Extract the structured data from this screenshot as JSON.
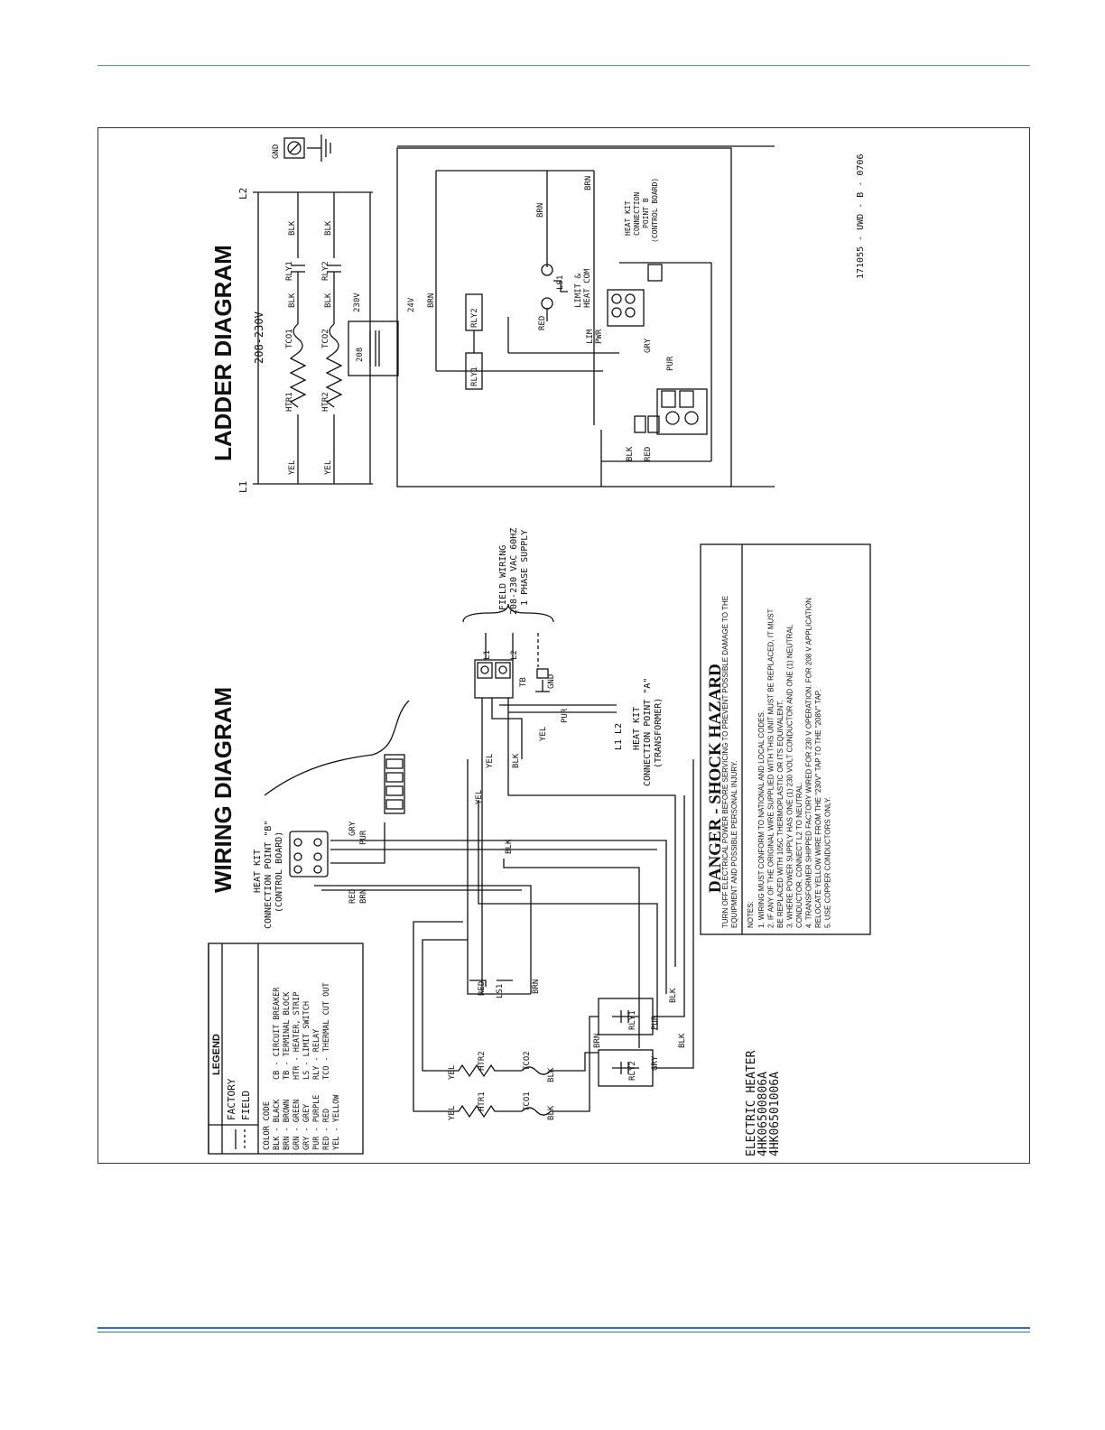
{
  "ladder": {
    "title": "LADDER DIAGRAM",
    "l1": "L1",
    "l2": "L2",
    "voltage": "208-230V",
    "gnd": "GND",
    "yel": "YEL",
    "blk": "BLK",
    "htr1": "HTR1",
    "htr2": "HTR2",
    "tco1": "TCO1",
    "tco2": "TCO2",
    "rly1": "RLY1",
    "rly2": "RLY2",
    "tap208": "208",
    "tap230": "230V",
    "v24": "24V",
    "brn": "BRN",
    "red": "RED",
    "gry": "GRY",
    "pur": "PUR",
    "ls1": "LS1",
    "limit_com": [
      "LIMIT &",
      "HEAT COM"
    ],
    "lim_pwr": [
      "LIM",
      "PWR"
    ],
    "heat_kit": [
      "HEAT KIT",
      "CONNECTION",
      "POINT B",
      "(CONTROL BOARD)"
    ],
    "drawing_no": "171055 - UWD - B - 0706"
  },
  "wiring": {
    "title": "WIRING DIAGRAM",
    "conn_b": [
      "HEAT KIT",
      "CONNECTION POINT \"B\"",
      "(CONTROL BOARD)"
    ],
    "field": [
      "FIELD WIRING",
      "208-230 VAC 60HZ",
      "1 PHASE SUPPLY"
    ],
    "conn_a": [
      "HEAT KIT",
      "CONNECTION POINT \"A\"",
      "(TRANSFORMER)"
    ],
    "l1": "L1",
    "l2": "L2",
    "tb": "TB",
    "gnd": "GND",
    "l1l2": "L1 L2",
    "yel": "YEL",
    "blk": "BLK",
    "red": "RED",
    "brn": "BRN",
    "gry": "GRY",
    "pur": "PUR",
    "ls1": "LS1",
    "rly1": "RLY1",
    "rly2": "RLY2",
    "htr1": "HTR1",
    "htr2": "HTR2",
    "tco1": "TCO1",
    "tco2": "TCO2"
  },
  "legend": {
    "title": "LEGEND",
    "factory": "FACTORY",
    "field": "FIELD",
    "color_code_title": "COLOR CODE",
    "color_codes": [
      "BLK - BLACK",
      "BRN - BROWN",
      "GRN - GREEN",
      "GRY - GREY",
      "PUR - PURPLE",
      "RED - RED",
      "YEL - YELLOW"
    ],
    "abbreviations": [
      "CB  - CIRCUIT BREAKER",
      "TB  - TERMINAL BLOCK",
      "HTR - HEATER, STRIP",
      "LS  - LIMIT SWITCH",
      "RLY - RELAY",
      "TCO - THERMAL CUT OUT"
    ]
  },
  "danger": {
    "title": "DANGER - SHOCK HAZARD",
    "warning": [
      "TURN OFF ELECTRICAL POWER BEFORE SERVICING TO PREVENT POSSIBLE DAMAGE TO THE",
      "EQUIPMENT AND POSSIBLE PERSONAL INJURY."
    ],
    "notes_title": "NOTES:",
    "notes": [
      "1. WIRING MUST CONFORM TO NATIONAL AND LOCAL CODES.",
      "2. IF ANY OF THE ORIGINAL WIRE SUPPLIED WITH THIS UNIT MUST BE REPLACED, IT MUST",
      "    BE REPLACED WITH 105C THERMOPLASTIC OR ITS EQUIVALENT.",
      "3. WHERE POWER SUPPLY HAS ONE (1) 230 VOLT CONDUCTOR AND ONE (1) NEUTRAL",
      "    CONDUCTOR, CONNECT L2 TO NEUTRAL.",
      "4. TRANSFORMER SHIPPED FACTORY WIRED FOR 230 V OPERATION.  FOR 208 V APPLICATION",
      "    RELOCATE YELLOW WIRE FROM THE \"230V\" TAP TO THE \"208V\" TAP.",
      "5. USE COPPER CONDUCTORS ONLY."
    ]
  },
  "model": {
    "title": "ELECTRIC HEATER",
    "numbers": [
      "4HK06500806A",
      "4HK06501006A"
    ]
  }
}
